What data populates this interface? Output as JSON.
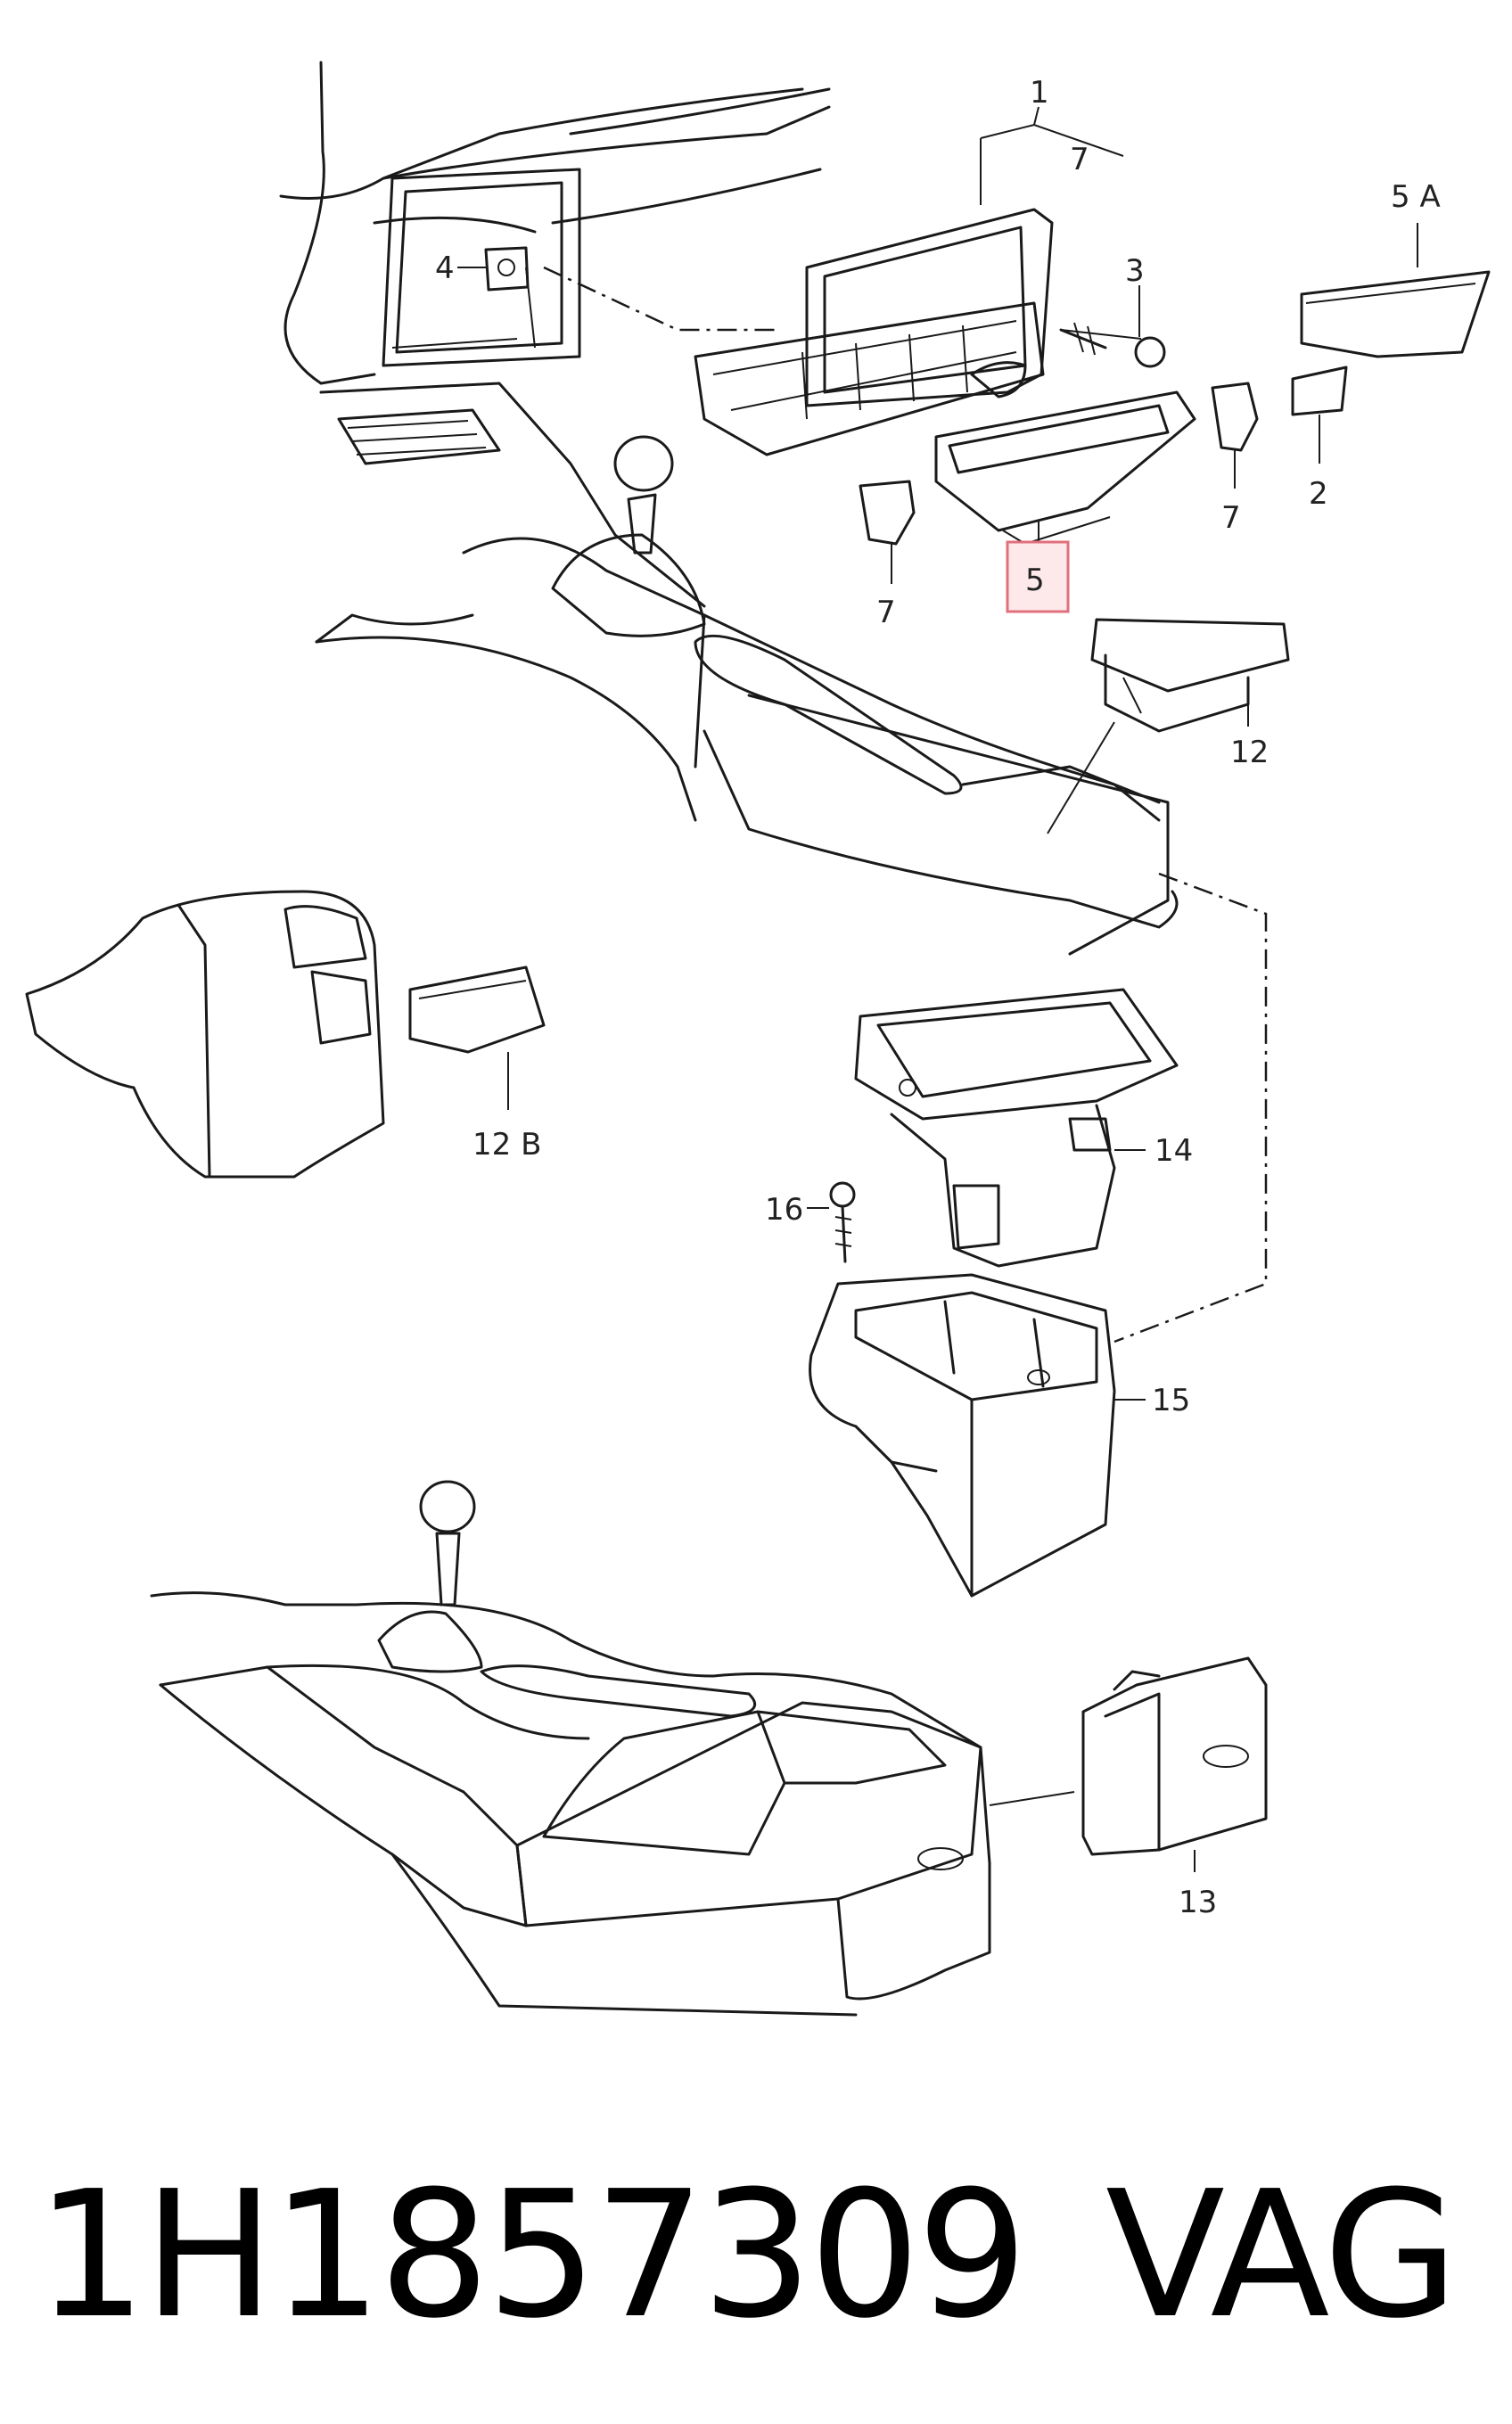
{
  "callouts": {
    "c1": "1",
    "c7top": "7",
    "c5A": "5 A",
    "c4": "4",
    "c3": "3",
    "c2": "2",
    "c7a": "7",
    "c7b": "7",
    "c5": "5",
    "c12": "12",
    "c12B": "12 B",
    "c14": "14",
    "c16": "16",
    "c15": "15",
    "c13": "13"
  },
  "caption": {
    "part_number": "1H1857309",
    "vendor": "VAG"
  },
  "colors": {
    "highlight_fill": "#fde8ea",
    "highlight_stroke": "#e0707c",
    "line": "#1a1a1a"
  }
}
